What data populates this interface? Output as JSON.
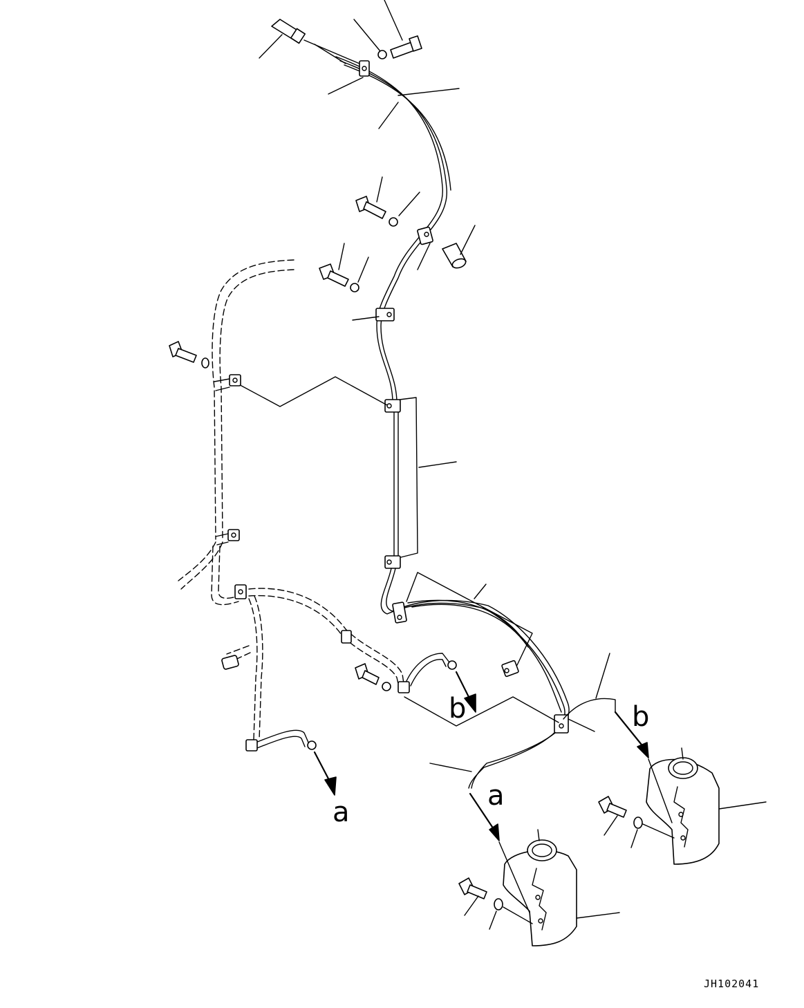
{
  "drawing": {
    "code": "JH102041",
    "callouts": {
      "a_top": "a",
      "a_bottom": "a",
      "b_top": "b",
      "b_mid": "b"
    }
  }
}
